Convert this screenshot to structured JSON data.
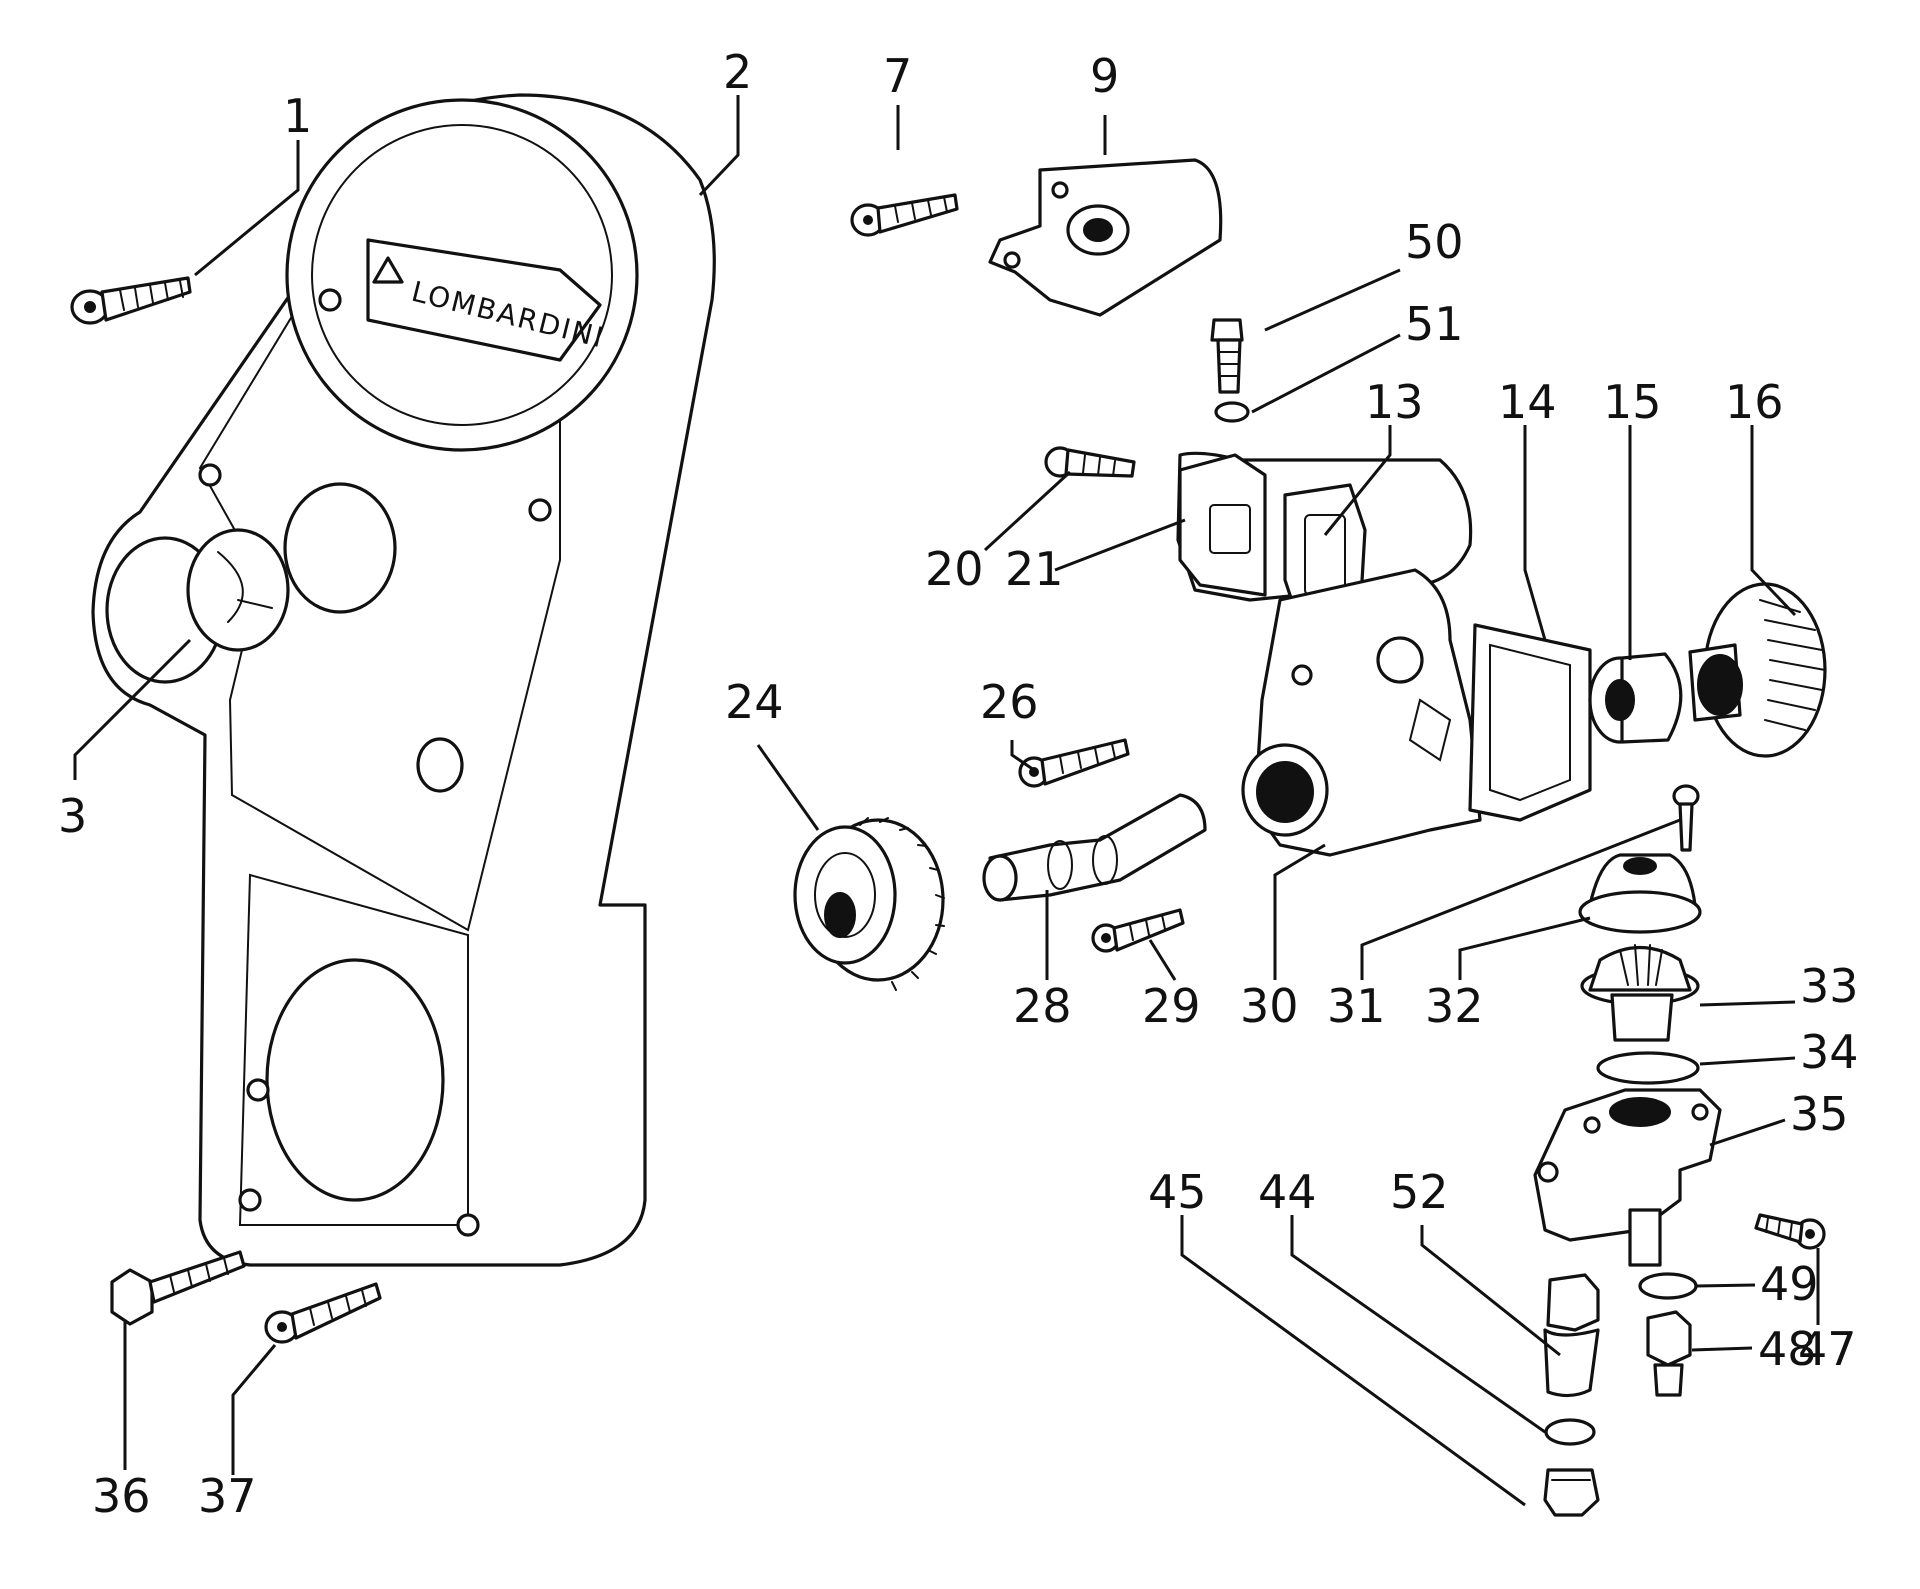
{
  "logo_text": "LOMBARDINI",
  "callouts": {
    "c1": "1",
    "c2": "2",
    "c3": "3",
    "c7": "7",
    "c9": "9",
    "c13": "13",
    "c14": "14",
    "c15": "15",
    "c16": "16",
    "c20": "20",
    "c21": "21",
    "c24": "24",
    "c26": "26",
    "c28": "28",
    "c29": "29",
    "c30": "30",
    "c31": "31",
    "c32": "32",
    "c33": "33",
    "c34": "34",
    "c35": "35",
    "c36": "36",
    "c37": "37",
    "c44": "44",
    "c45": "45",
    "c47": "47",
    "c48": "48",
    "c49": "49",
    "c50": "50",
    "c51": "51",
    "c52": "52"
  }
}
